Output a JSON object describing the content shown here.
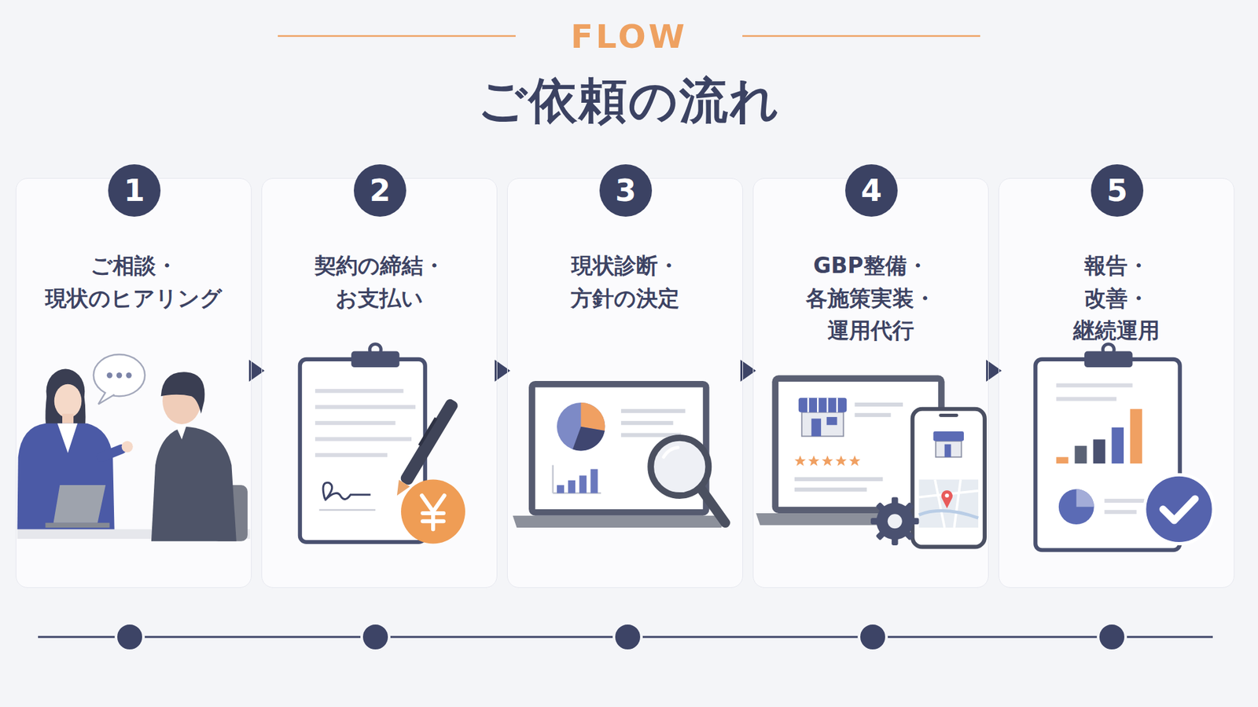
{
  "diagram": {
    "title": "ご依頼の流れ",
    "nodes": [
      {
        "text": [
          "ご相談・ 現状のヒアリング"
        ]
      },
      {
        "text": [
          "1"
        ],
        "in": 0
      },
      {
        "text": [
          "契約の締結・ お支払い"
        ]
      },
      {
        "text": [
          "2"
        ],
        "in": 2
      },
      {
        "text": [
          "現状診断・ 方針の決定"
        ]
      },
      {
        "text": [
          "3"
        ],
        "in": 4
      },
      {
        "text": [
          "GBP整備・ 各施策実装・ 運用代行"
        ]
      },
      {
        "text": [
          "4"
        ],
        "in": 6
      },
      {
        "text": [
          "報告・改善・ 継続運用"
        ]
      },
      {
        "text": [
          "5"
        ],
        "in": 8
      }
    ],
    "edges": [
      {
        "from": 0,
        "to": 2,
        "arrow": "to"
      },
      {
        "from": 2,
        "to": 4,
        "arrow": "to"
      },
      {
        "from": 4,
        "to": 6,
        "arrow": "to"
      },
      {
        "from": 6,
        "to": 8,
        "arrow": "to"
      }
    ],
    "labels": [
      "FLOW"
    ]
  }
}
